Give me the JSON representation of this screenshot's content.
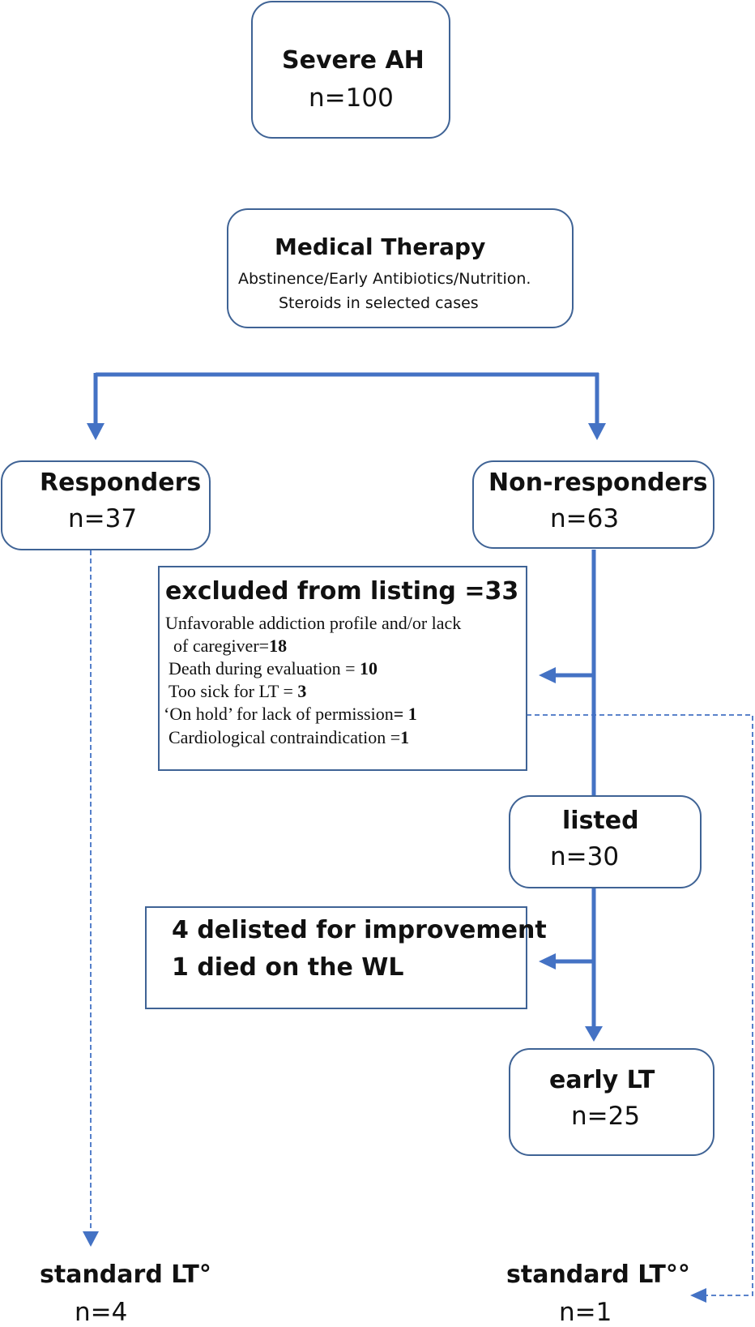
{
  "boxes": {
    "severe_ah": {
      "title": "Severe AH",
      "count": "n=100"
    },
    "medical_therapy": {
      "title": "Medical Therapy",
      "line1": "Abstinence/Early Antibiotics/Nutrition.",
      "line2": "Steroids in selected cases"
    },
    "responders": {
      "title": "Responders",
      "count": "n=37"
    },
    "non_responders": {
      "title": "Non-responders",
      "count": "n=63"
    },
    "excluded": {
      "title": "excluded from listing =33",
      "line1": "Unfavorable addiction profile and/or lack",
      "line2_text": "of caregiver=",
      "line2_value": "18",
      "line3_text": "Death during evaluation = ",
      "line3_value": "10",
      "line4_text": "Too sick for LT = ",
      "line4_value": "3",
      "line5_text": "‘On hold’ for lack of permission",
      "line5_value": "= 1",
      "line6_text": "Cardiological contraindication =",
      "line6_value": "1"
    },
    "listed": {
      "title": "listed",
      "count": "n=30"
    },
    "delisted": {
      "line1": "4 delisted for improvement",
      "line2": "1 died on the WL"
    },
    "early_lt": {
      "title": "early LT",
      "count": "n=25"
    }
  },
  "outcomes": {
    "standard_lt_responders": {
      "title": "standard LT°",
      "count": "n=4"
    },
    "standard_lt_non_responders": {
      "title": "standard LT°°",
      "count": "n=1"
    }
  },
  "colors": {
    "line": "#4472c4",
    "border": "#3f6395"
  }
}
